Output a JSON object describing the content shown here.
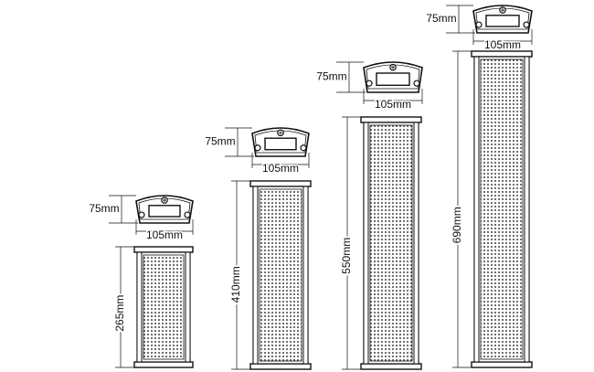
{
  "speakers": [
    {
      "height_label": "265mm",
      "depth_label": "75mm",
      "width_label": "105mm"
    },
    {
      "height_label": "410mm",
      "depth_label": "75mm",
      "width_label": "105mm"
    },
    {
      "height_label": "550mm",
      "depth_label": "75mm",
      "width_label": "105mm"
    },
    {
      "height_label": "690mm",
      "depth_label": "75mm",
      "width_label": "105mm"
    }
  ],
  "colors": {
    "line": "#111111",
    "grille_dot": "#555555",
    "background": "#ffffff"
  }
}
